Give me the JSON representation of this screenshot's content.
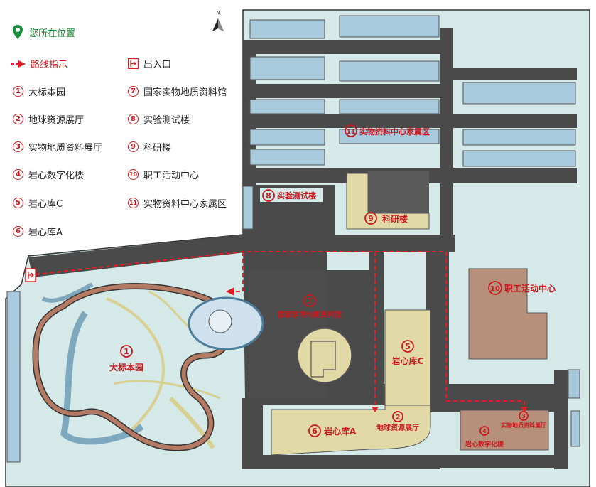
{
  "legend": {
    "you_are_here": "您所在位置",
    "route": "路线指示",
    "entrance": "出入口",
    "items": [
      {
        "num": "1",
        "label": "大标本园"
      },
      {
        "num": "2",
        "label": "地球资源展厅"
      },
      {
        "num": "3",
        "label": "实物地质资料展厅"
      },
      {
        "num": "4",
        "label": "岩心数字化楼"
      },
      {
        "num": "5",
        "label": "岩心库C"
      },
      {
        "num": "6",
        "label": "岩心库A"
      },
      {
        "num": "7",
        "label": "国家实物地质资料馆"
      },
      {
        "num": "8",
        "label": "实验测试楼"
      },
      {
        "num": "9",
        "label": "科研楼"
      },
      {
        "num": "10",
        "label": "职工活动中心"
      },
      {
        "num": "11",
        "label": "实物资料中心家属区"
      }
    ]
  },
  "compass": "N",
  "map_labels": {
    "l1": "大标本园",
    "l2": "地球资源展厅",
    "l3": "实物地质资料展厅",
    "l4": "岩心数字化楼",
    "l5": "岩心库C",
    "l6": "岩心库A",
    "l7": "国家实物地质资料馆",
    "l8": "实验测试楼",
    "l9": "科研楼",
    "l10": "职工活动中心",
    "l11": "实物资料中心家属区"
  },
  "colors": {
    "ground": "#d5e9e9",
    "road": "#4a4a4a",
    "building_blue": "#a9c9dc",
    "building_tan": "#e2daa6",
    "building_brown": "#b7907c",
    "route": "#e21c24",
    "marker": "#1a8f3a"
  }
}
